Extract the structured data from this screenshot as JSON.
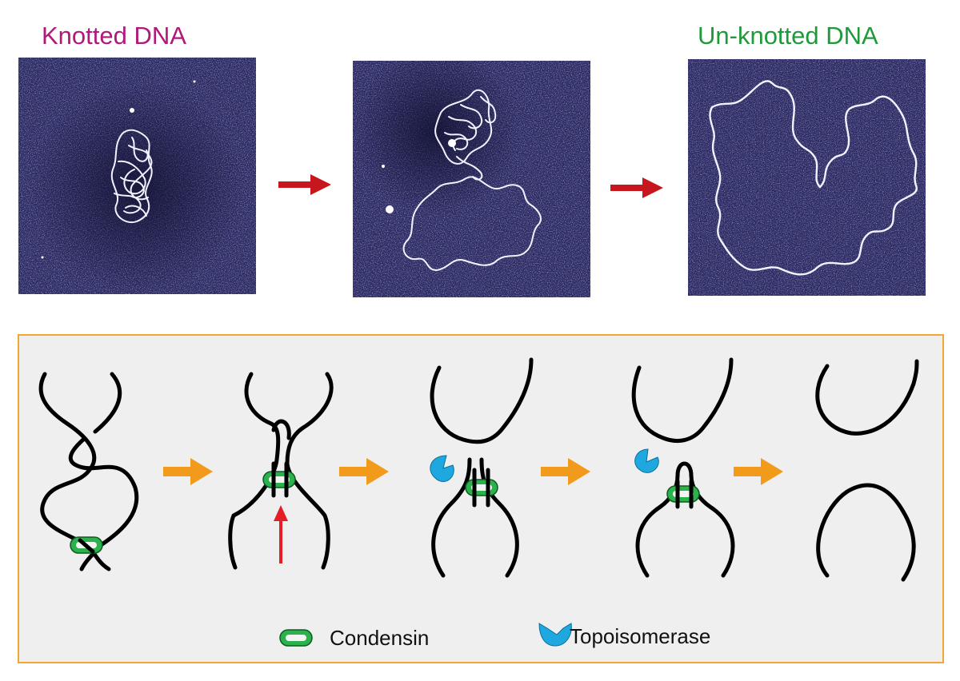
{
  "labels": {
    "knotted": "Knotted DNA",
    "unknotted": "Un-knotted DNA"
  },
  "legend": {
    "condensin": "Condensin",
    "topoisomerase": "Topoisomerase"
  },
  "colors": {
    "knotted_label": "#b0187a",
    "unknotted_label": "#1f9a3a",
    "red_arrow": "#c8161e",
    "orange_arrow": "#f29a1c",
    "condensin": "#2bb24c",
    "topoisomerase": "#1fa8e0",
    "micrograph_bg": "#2a2962",
    "panel_border": "#f0a830"
  }
}
